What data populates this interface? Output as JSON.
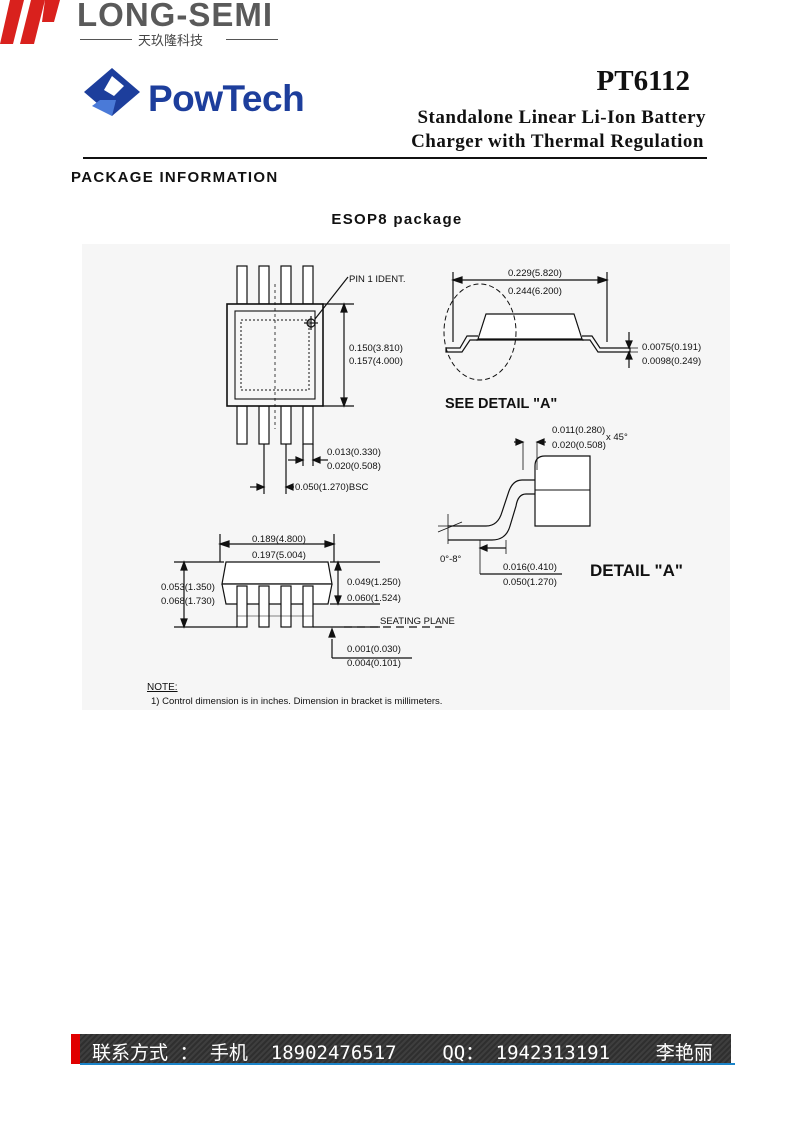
{
  "brand": {
    "name": "LONG-SEMI",
    "subtitle": "天玖隆科技",
    "colors": {
      "mark_red": "#d9211d",
      "text_grey": "#5a5a5a"
    }
  },
  "maker": {
    "name": "PowTech",
    "color": "#1d3e9c"
  },
  "header": {
    "part_number": "PT6112",
    "subtitle_line1": "Standalone Linear Li-Ion Battery",
    "subtitle_line2": "Charger with Thermal Regulation"
  },
  "section_title": "PACKAGE INFORMATION",
  "package_title": "ESOP8 package",
  "drawing": {
    "pin1_label": "PIN 1 IDENT.",
    "top_view": {
      "body_width": [
        "0.150(3.810)",
        "0.157(4.000)"
      ],
      "lead_width": [
        "0.013(0.330)",
        "0.020(0.508)"
      ],
      "pitch": "0.050(1.270)BSC"
    },
    "side_view": {
      "span": [
        "0.229(5.820)",
        "0.244(6.200)"
      ],
      "lead_thickness": [
        "0.0075(0.191)",
        "0.0098(0.249)"
      ],
      "see_detail": "SEE DETAIL \"A\""
    },
    "detail_a": {
      "chamfer": [
        "0.011(0.280)",
        "0.020(0.508)"
      ],
      "chamfer_angle": "x 45°",
      "angle": "0°-8°",
      "foot_length": [
        "0.016(0.410)",
        "0.050(1.270)"
      ],
      "title": "DETAIL \"A\""
    },
    "front_view": {
      "length": [
        "0.189(4.800)",
        "0.197(5.004)"
      ],
      "total_height": [
        "0.053(1.350)",
        "0.068(1.730)"
      ],
      "body_height": [
        "0.049(1.250)",
        "0.060(1.524)"
      ],
      "seating_plane": "SEATING PLANE",
      "standoff": [
        "0.001(0.030)",
        "0.004(0.101)"
      ]
    },
    "note_title": "NOTE:",
    "note_text": "1) Control dimension is in inches.  Dimension in bracket is millimeters."
  },
  "footer": {
    "contact": "联系方式 ： 手机  18902476517    QQ： 1942313191    李艳丽",
    "colors": {
      "bar": "#3a3a3a",
      "accent": "#e00000",
      "line": "#1b84c9"
    }
  }
}
